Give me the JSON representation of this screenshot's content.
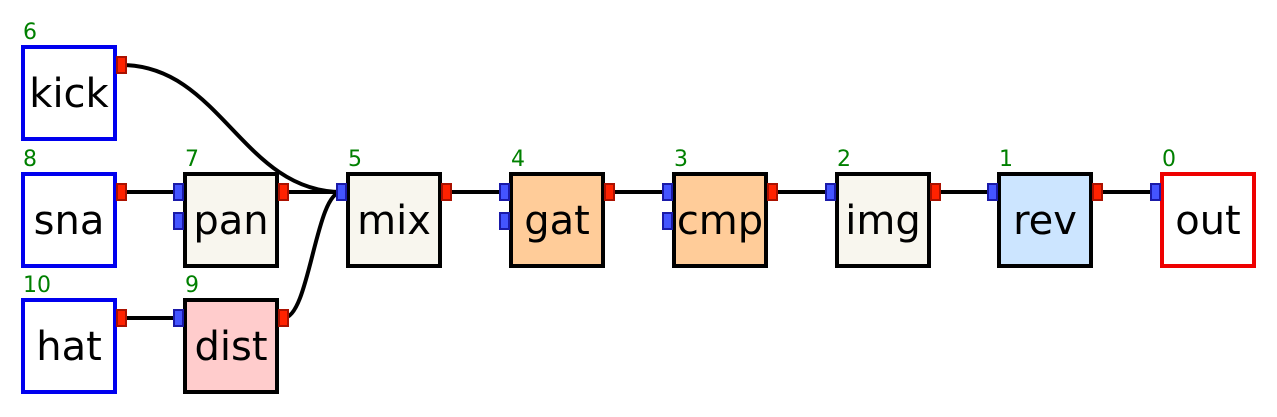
{
  "colors": {
    "id_text": "#008000",
    "wire": "#000000",
    "input_port_fill": "#4455ff",
    "input_port_stroke": "#1a1aa8",
    "output_port_fill": "#ff2200",
    "output_port_stroke": "#aa1100",
    "border_default": "#000000",
    "border_source": "#0000ee",
    "border_sink": "#ee0000"
  },
  "nodes": [
    {
      "key": "kick",
      "id": "6",
      "label": "kick",
      "role": "source",
      "fill": "#ffffff",
      "inputs": 0,
      "outputs": 1
    },
    {
      "key": "sna",
      "id": "8",
      "label": "sna",
      "role": "source",
      "fill": "#ffffff",
      "inputs": 0,
      "outputs": 1
    },
    {
      "key": "hat",
      "id": "10",
      "label": "hat",
      "role": "source",
      "fill": "#ffffff",
      "inputs": 0,
      "outputs": 1
    },
    {
      "key": "pan",
      "id": "7",
      "label": "pan",
      "role": "process",
      "fill": "#f8f6ee",
      "inputs": 2,
      "outputs": 1
    },
    {
      "key": "dist",
      "id": "9",
      "label": "dist",
      "role": "process",
      "fill": "#ffcccc",
      "inputs": 1,
      "outputs": 1
    },
    {
      "key": "mix",
      "id": "5",
      "label": "mix",
      "role": "process",
      "fill": "#f8f6ee",
      "inputs": 1,
      "outputs": 1
    },
    {
      "key": "gat",
      "id": "4",
      "label": "gat",
      "role": "process",
      "fill": "#ffcc99",
      "inputs": 2,
      "outputs": 1
    },
    {
      "key": "cmp",
      "id": "3",
      "label": "cmp",
      "role": "process",
      "fill": "#ffcc99",
      "inputs": 2,
      "outputs": 1
    },
    {
      "key": "img",
      "id": "2",
      "label": "img",
      "role": "process",
      "fill": "#f8f6ee",
      "inputs": 1,
      "outputs": 1
    },
    {
      "key": "rev",
      "id": "1",
      "label": "rev",
      "role": "process",
      "fill": "#cce5ff",
      "inputs": 1,
      "outputs": 1
    },
    {
      "key": "out",
      "id": "0",
      "label": "out",
      "role": "sink",
      "fill": "#ffffff",
      "inputs": 1,
      "outputs": 0
    }
  ],
  "edges": [
    {
      "from": "kick",
      "to": "mix"
    },
    {
      "from": "sna",
      "to": "pan"
    },
    {
      "from": "pan",
      "to": "mix"
    },
    {
      "from": "hat",
      "to": "dist"
    },
    {
      "from": "dist",
      "to": "mix"
    },
    {
      "from": "mix",
      "to": "gat"
    },
    {
      "from": "gat",
      "to": "cmp"
    },
    {
      "from": "cmp",
      "to": "img"
    },
    {
      "from": "img",
      "to": "rev"
    },
    {
      "from": "rev",
      "to": "out"
    }
  ]
}
